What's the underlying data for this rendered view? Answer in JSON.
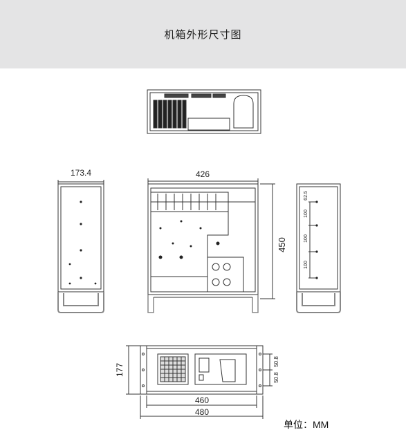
{
  "header": {
    "title": "机箱外形尺寸图"
  },
  "dimensions": {
    "side_depth": "173.4",
    "top_width": "426",
    "top_depth": "450",
    "right_spacing_a": "62.5",
    "right_spacing_b": "100",
    "right_spacing_c": "100",
    "right_spacing_d": "100",
    "front_height": "177",
    "front_inner_width": "460",
    "front_outer_width": "480",
    "front_slot_a": "50.8",
    "front_slot_b": "50.8"
  },
  "unit_label": "单位：MM",
  "colors": {
    "header_bg": "#e4e4e5",
    "line": "#333333",
    "handle": "#9a9a9a"
  }
}
